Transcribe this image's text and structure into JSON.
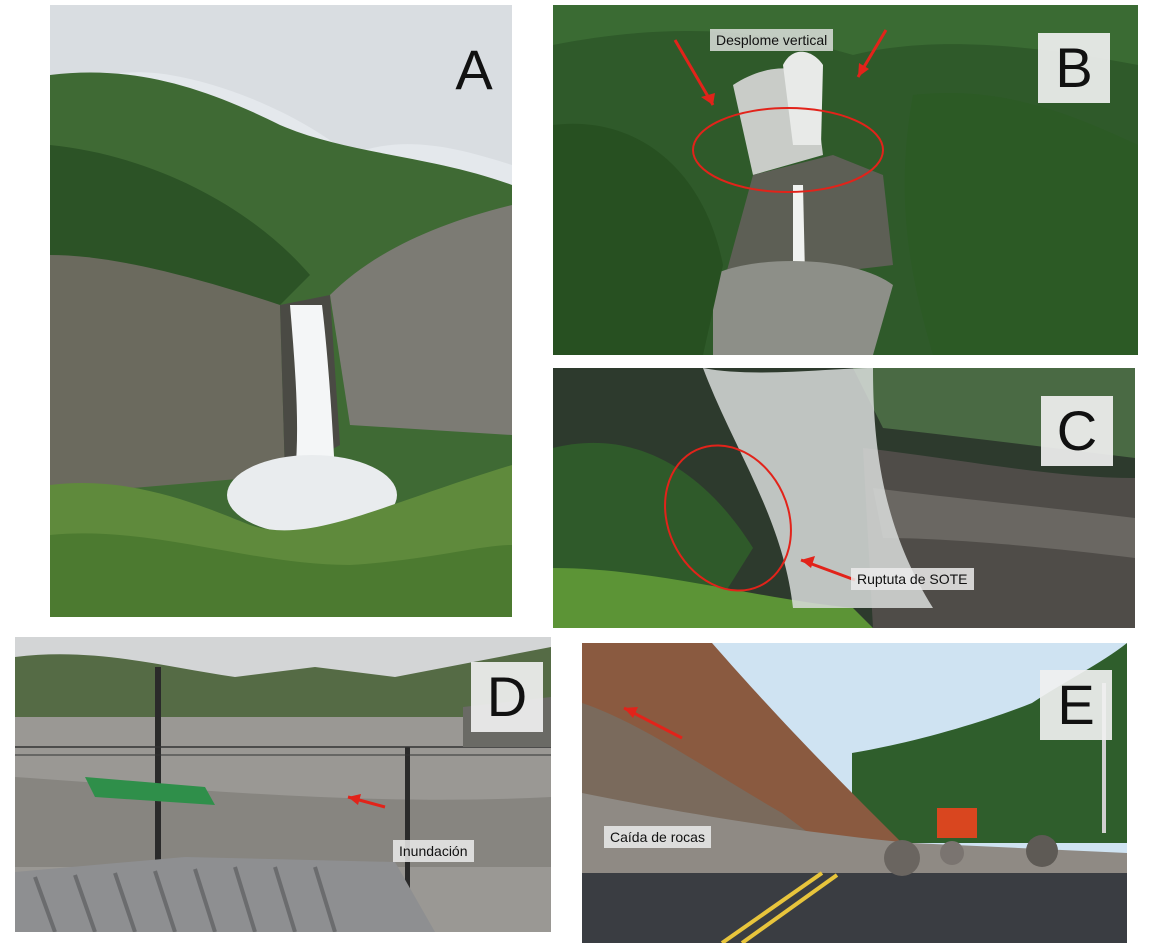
{
  "panels": {
    "a": {
      "letter": "A"
    },
    "b": {
      "letter": "B",
      "label": "Desplome  vertical"
    },
    "c": {
      "letter": "C",
      "label": "Ruptuta de SOTE"
    },
    "d": {
      "letter": "D",
      "label": "Inundación"
    },
    "e": {
      "letter": "E",
      "label": "Caída de rocas"
    }
  },
  "colors": {
    "annotation": "#e2231a",
    "forest": "#2f5a2a",
    "sky": "#dfe6ec",
    "water": "#f2f2f2",
    "rock": "#6f6a62",
    "road": "#3a3d42"
  },
  "icons": [
    "red-arrow-icon",
    "red-ellipse-highlight"
  ]
}
